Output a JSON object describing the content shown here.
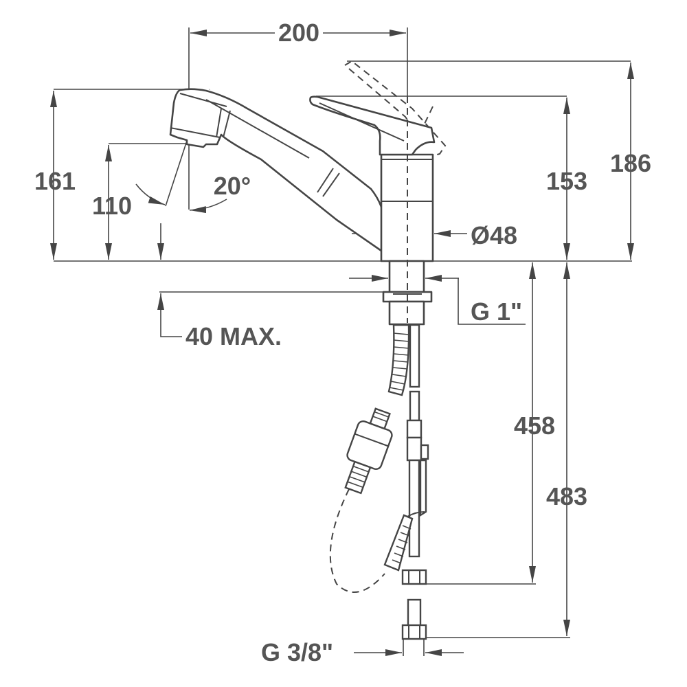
{
  "title": "Kitchen faucet dimension drawing",
  "dimensions": {
    "spout_reach": "200",
    "spout_height": "161",
    "outlet_height": "110",
    "swivel_angle": "20°",
    "lever_height": "153",
    "lever_open_height": "186",
    "body_diameter": "Ø48",
    "thread": "G 1\"",
    "deck_thickness": "40 MAX.",
    "hose_length_short": "458",
    "hose_length_long": "483",
    "connection": "G 3/8\""
  },
  "colors": {
    "line": "#454545",
    "text": "#555555"
  }
}
